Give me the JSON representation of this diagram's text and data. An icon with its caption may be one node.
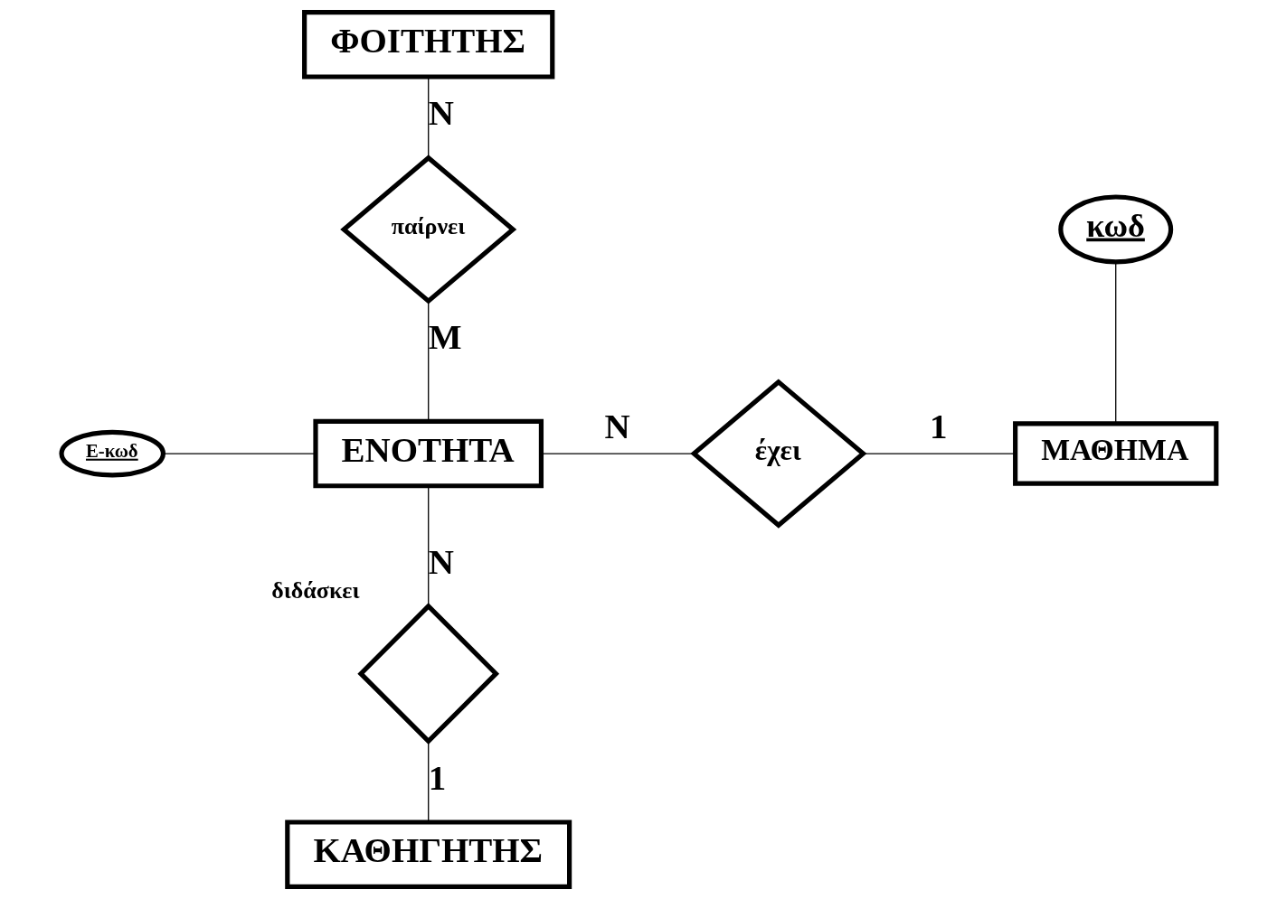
{
  "diagram": {
    "nodes": [
      {
        "text": [
          "ΦΟΙΤΗΤΗΣ"
        ]
      },
      {
        "text": [
          "κωδ"
        ]
      },
      {
        "text": [
          "παίρνει"
        ]
      },
      {
        "text": [
          "Ε-κωδ"
        ]
      },
      {
        "text": [
          "ΕΝΟΤΗΤΑ"
        ]
      },
      {
        "text": [
          "έχει"
        ]
      },
      {
        "text": [
          "ΜΑΘΗΜΑ"
        ]
      },
      {
        "text": [],
        "shape": "diamond",
        "beside": [
          "διδάσκει"
        ]
      },
      {
        "text": [
          "ΚΑΘΗΓΗΤΗΣ"
        ]
      }
    ],
    "edges": [
      {
        "from": 0,
        "to": 2,
        "arrow": "none",
        "label": "N"
      },
      {
        "from": 2,
        "to": 4,
        "arrow": "none",
        "label": "M"
      },
      {
        "from": 3,
        "to": 4,
        "arrow": "none"
      },
      {
        "from": 4,
        "to": 5,
        "arrow": "none",
        "label": "N"
      },
      {
        "from": 5,
        "to": 6,
        "arrow": "none",
        "label": "1"
      },
      {
        "from": 1,
        "to": 6,
        "arrow": "none"
      },
      {
        "from": 4,
        "to": 7,
        "arrow": "none",
        "label": "N"
      },
      {
        "from": 7,
        "to": 8,
        "arrow": "none",
        "label": "1"
      }
    ]
  }
}
